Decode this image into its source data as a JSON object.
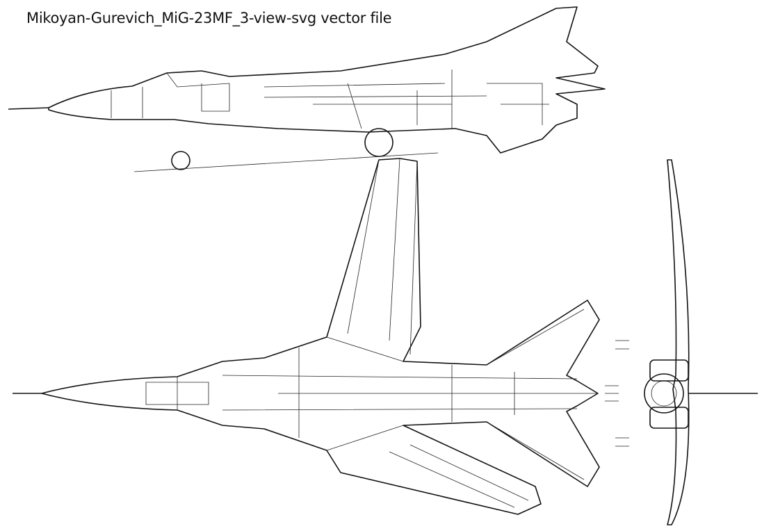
{
  "title": "Mikoyan-Gurevich_MiG-23MF_3-view-svg vector file",
  "views": [
    "side-view",
    "top-view",
    "front-view"
  ],
  "line_color": "#111111",
  "background": "#ffffff"
}
